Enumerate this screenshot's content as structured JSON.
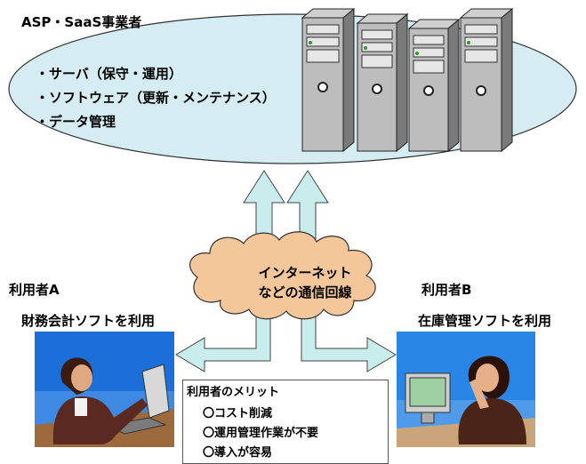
{
  "provider": {
    "title": "ASP・SaaS事業者",
    "services": [
      "・サーバ（保守・運用）",
      "・ソフトウェア（更新・メンテナンス）",
      "・データ管理"
    ]
  },
  "network": {
    "line1": "インターネット",
    "line2": "などの通信回線"
  },
  "userA": {
    "name": "利用者A",
    "app": "財務会計ソフトを利用"
  },
  "userB": {
    "name": "利用者B",
    "app": "在庫管理ソフトを利用"
  },
  "merits": {
    "title": "利用者のメリット",
    "items": [
      "〇コスト削減",
      "〇運用管理作業が不要",
      "〇導入が容易"
    ]
  },
  "colors": {
    "ellipse_fill": "#d4ecf2",
    "cloud_fill": "#f3c79a",
    "arrow_fill": "#c9ecec",
    "photo_bg_a": "#1c6fd8",
    "photo_bg_b": "#2a86e6"
  }
}
